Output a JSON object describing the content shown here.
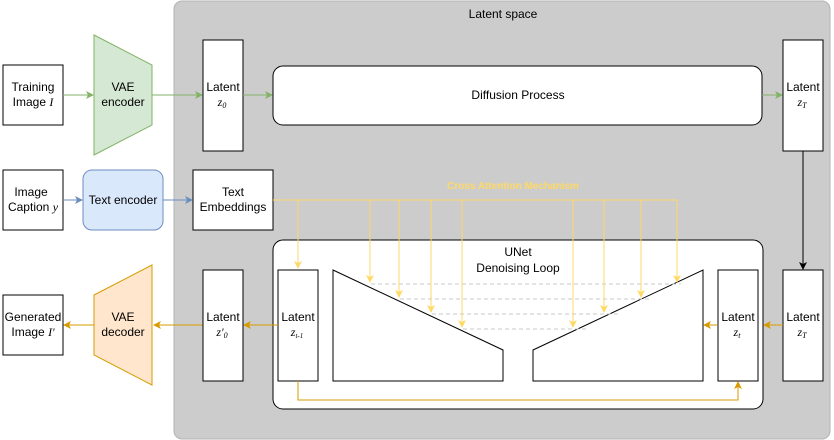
{
  "latent_space_label": "Latent space",
  "training_image": {
    "line1": "Training",
    "line2": "Image",
    "symbol": "I"
  },
  "image_caption": {
    "line1": "Image",
    "line2": "Caption",
    "symbol": "y"
  },
  "generated_image": {
    "line1": "Generated",
    "line2": "Image",
    "symbol": "I'"
  },
  "vae_encoder": {
    "line1": "VAE",
    "line2": "encoder"
  },
  "vae_decoder": {
    "line1": "VAE",
    "line2": "decoder"
  },
  "text_encoder": "Text encoder",
  "text_embeddings": {
    "line1": "Text",
    "line2": "Embeddings"
  },
  "diffusion_process": "Diffusion Process",
  "cross_attention_label": "Cross Attention Mechanism",
  "unet": {
    "line1": "UNet",
    "line2": "Denoising Loop"
  },
  "latent_label": "Latent",
  "latent_symbols": {
    "z0": "z",
    "z0_sub": "0",
    "zT_top": "z",
    "zT_top_sub": "T",
    "zT_bottom": "z",
    "zT_bottom_sub": "T",
    "zt": "z",
    "zt_sub": "t",
    "zt1": "z",
    "zt1_sub": "t-1",
    "z0p": "z'",
    "z0p_sub": "0"
  },
  "colors": {
    "latent_space_bg": "#cccccc",
    "vae_encoder_fill": "#d5e8d4",
    "vae_encoder_stroke": "#82b366",
    "vae_decoder_fill": "#ffe6cc",
    "vae_decoder_stroke": "#d79b00",
    "text_encoder_fill": "#dae8fc",
    "text_encoder_stroke": "#6c8ebf",
    "green_arrow": "#82b366",
    "blue_arrow": "#6c8ebf",
    "orange_arrow": "#d79b00",
    "yellow_arrow": "#ffd966",
    "cross_attention_text": "#ffd966"
  }
}
